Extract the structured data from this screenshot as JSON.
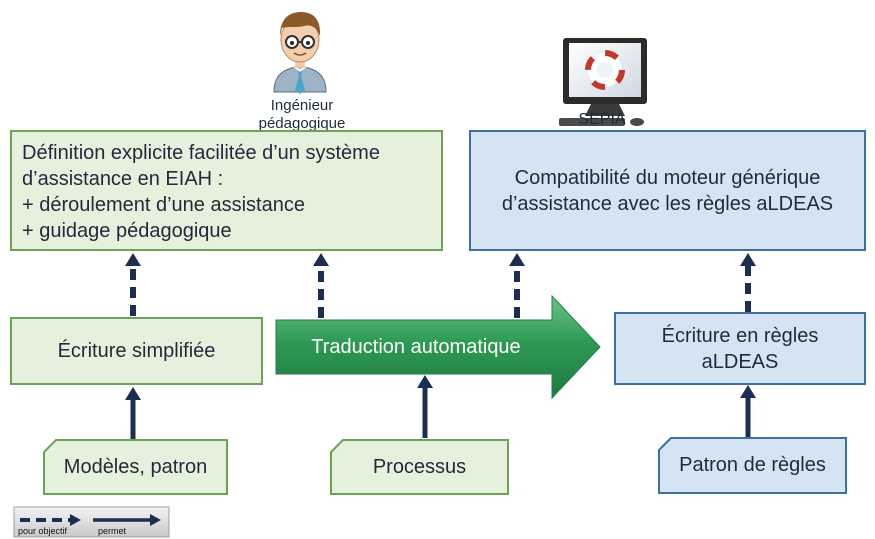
{
  "actors": {
    "engineer": {
      "label_line1": "Ingénieur",
      "label_line2": "pédagogique",
      "icon": "engineer-person-icon"
    },
    "sepia": {
      "label": "SEPIA",
      "icon": "computer-monitor-lifebuoy-icon"
    }
  },
  "top_left_box": {
    "lines": [
      "Définition explicite facilitée d’un système",
      "d’assistance en EIAH :",
      "+ déroulement d’une assistance",
      "+ guidage pédagogique"
    ]
  },
  "top_right_box": {
    "lines": [
      "Compatibilité du moteur générique",
      "d’assistance avec les règles aLDEAS"
    ]
  },
  "middle_left_box": {
    "label": "Écriture simplifiée"
  },
  "middle_arrow": {
    "label": "Traduction automatique"
  },
  "middle_right_box": {
    "line1": "Écriture en règles",
    "line2": "aLDEAS"
  },
  "inputs": {
    "left": "Modèles, patron",
    "center": "Processus",
    "right": "Patron de règles"
  },
  "legend": {
    "dashed_label": "pour objectif",
    "solid_label": "permet"
  },
  "colors": {
    "green_fill": "#e6f1dd",
    "green_border": "#6ea257",
    "blue_fill": "#d5e4f3",
    "blue_border": "#3b6fa6",
    "arrow_dark": "#1c2f52",
    "arrow_green": "#2e9a55"
  }
}
